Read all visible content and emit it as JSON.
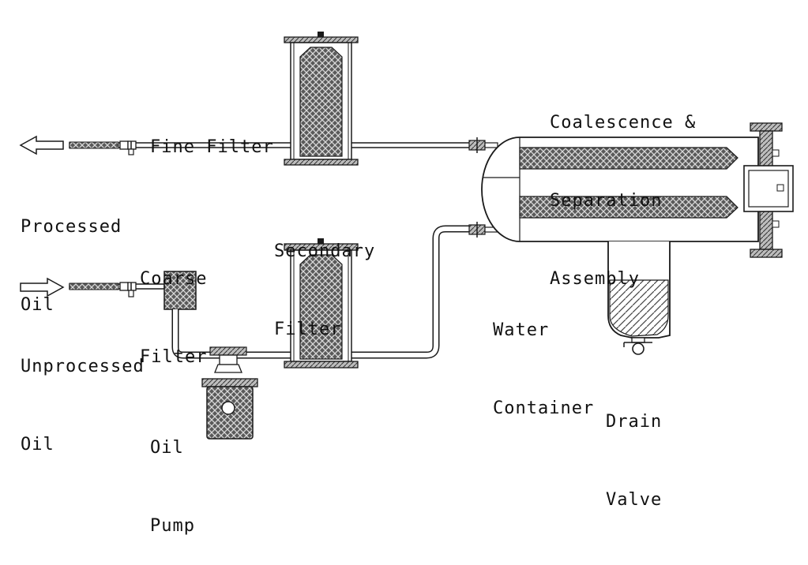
{
  "colors": {
    "line": "#1a1a1a",
    "media_fill": "#5a5a5a",
    "pipe_fill": "#ffffff",
    "water_hatch": "#444444",
    "background": "#ffffff"
  },
  "labels": {
    "fine_filter": [
      "Fine Filter"
    ],
    "coalescence": [
      "Coalescence &",
      "Separation",
      "Assembly"
    ],
    "processed_oil": [
      "Processed",
      "Oil"
    ],
    "secondary_filter": [
      "Secondary",
      "Filter"
    ],
    "coarse_filter": [
      "Coarse",
      "Filter"
    ],
    "unprocessed_oil": [
      "Unprocessed",
      "Oil"
    ],
    "water_container": [
      "Water",
      "Container"
    ],
    "drain_valve": [
      "Drain",
      "Valve"
    ],
    "oil_pump": [
      "Oil",
      "Pump"
    ]
  },
  "icons": {
    "outlet_arrow": "left-arrow-icon",
    "inlet_arrow": "right-arrow-icon"
  }
}
